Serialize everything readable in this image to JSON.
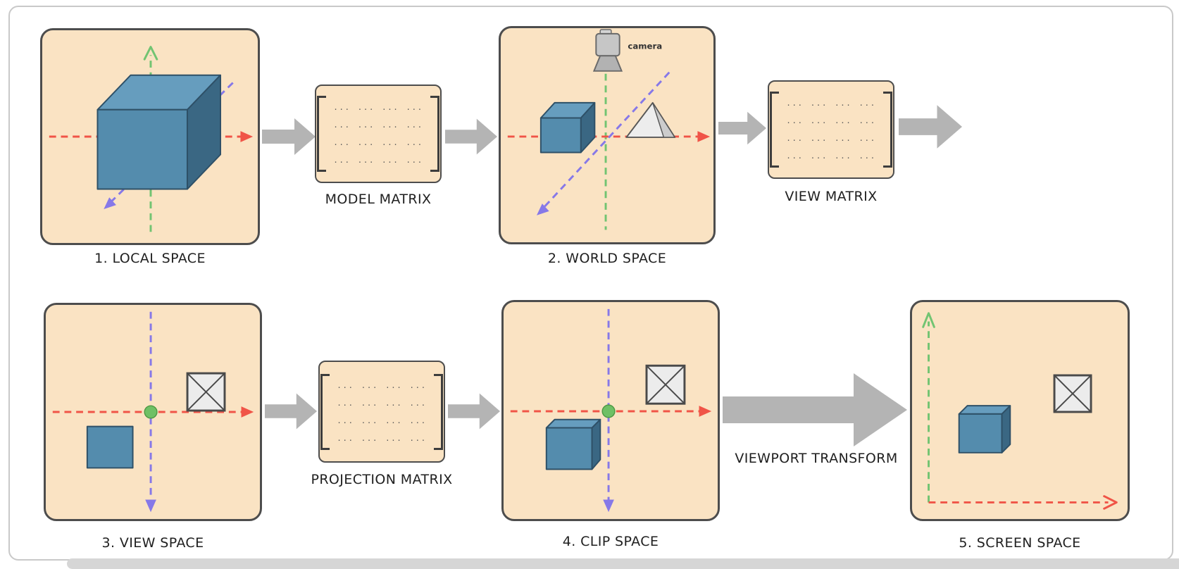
{
  "flow": {
    "panels": {
      "local": {
        "label": "1. LOCAL SPACE"
      },
      "world": {
        "label": "2. WORLD SPACE",
        "camera_label": "camera"
      },
      "view": {
        "label": "3. VIEW SPACE"
      },
      "clip": {
        "label": "4. CLIP SPACE"
      },
      "screen": {
        "label": "5. SCREEN SPACE"
      }
    },
    "matrices": {
      "model": {
        "label": "MODEL MATRIX"
      },
      "view": {
        "label": "VIEW MATRIX"
      },
      "projection": {
        "label": "PROJECTION MATRIX"
      }
    },
    "viewport_transform_label": "VIEWPORT TRANSFORM"
  },
  "matrix": {
    "rows": 4,
    "cols": 4,
    "cell": "..."
  },
  "colors": {
    "panel_bg": "#FAE3C3",
    "panel_border": "#4D4D4D",
    "flow_arrow": "#B4B4B4",
    "axis_red": "#F05447",
    "axis_green": "#72C472",
    "axis_purple": "#8678E8",
    "cube_front": "#548CAD",
    "cube_top": "#669DBE",
    "cube_right": "#3A6783",
    "origin_dot": "#6FC065",
    "crossed_box_fill": "#ECECEC",
    "pyramid_fill": "#EDEDED",
    "camera_gray": "#C6C6C6"
  }
}
